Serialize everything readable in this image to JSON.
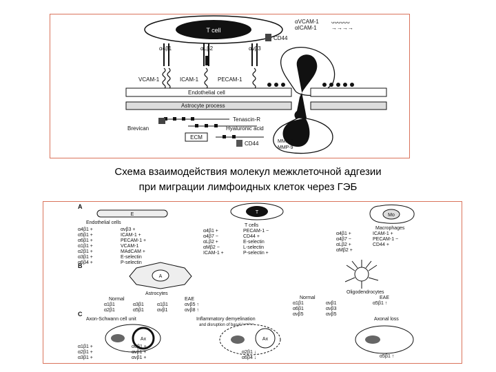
{
  "fig1": {
    "tcell_label": "T cell",
    "legend_vcam": "αVCAM-1",
    "legend_icam": "αICAM-1",
    "cd44_label": "CD44",
    "integrins": [
      "α4β1",
      "αLβ2",
      "αvβ3"
    ],
    "ligands": [
      "VCAM-1",
      "ICAM-1",
      "PECAM-1"
    ],
    "endothelial": "Endothelial cell",
    "astrocyte": "Astrocyte process",
    "tenascin": "Tenascin-R",
    "hyaluronic": "Hyaluronic acid",
    "brevican": "Brevican",
    "ecm": "ECM",
    "cd44_bottom": "CD44",
    "mmp": [
      "MMP-2",
      "MMP-9"
    ]
  },
  "caption": {
    "line1": "Схема взаимодействия молекул межклеточной адгезии",
    "line2": "при миграции лимфоидных клеток через ГЭБ"
  },
  "fig2": {
    "panel_a": "A",
    "panel_b": "B",
    "panel_c": "C",
    "endothelial_title": "Endothelial cells",
    "endothelial_list": [
      "α4β1 +",
      "α5β1 +",
      "α6β1 +",
      "α1β1 +",
      "α2β1 +",
      "α3β1 +",
      "α6β4 +"
    ],
    "endothelial_list2": [
      "αvβ3 +",
      "ICAM-1 +",
      "PECAM-1 +",
      "VCAM-1",
      "MAdCAM +",
      "E-selectin",
      "P-selectin"
    ],
    "tcell_label": "T",
    "tcell_title": "T cells",
    "tcell_list": [
      "α4β1 +",
      "α4β7 −",
      "αLβ2 +",
      "αMβ2 −",
      "ICAM-1 +"
    ],
    "tcell_list2": [
      "PECAM-1 −",
      "CD44 +",
      "E-selectin",
      "L-selectin",
      "P-selectin +"
    ],
    "macro_label": "Mo",
    "macro_title": "Macrophages",
    "macro_list": [
      "α4β1 +",
      "α4β7 −",
      "αLβ2 +",
      "αMβ2 +"
    ],
    "macro_list2": [
      "ICAM-1 +",
      "PECAM-1 −",
      "CD44 +"
    ],
    "astro_label": "A",
    "astro_title": "Astrocytes",
    "astro_normal": "Normal",
    "astro_eae": "EAE",
    "astro_normal_list": [
      "α1β1",
      "α2β1",
      "α3β1",
      "α5β1"
    ],
    "astro_eae_list": [
      "α1β1",
      "αvβ1",
      "αvβ5 ↑",
      "αvβ8 ↑"
    ],
    "oligo_title": "Oligodendrocytes",
    "oligo_normal": "Normal",
    "oligo_eae": "EAE",
    "oligo_normal_list": [
      "α1β1",
      "α6β1",
      "αvβ5"
    ],
    "oligo_eae_list": [
      "αvβ1",
      "αvβ3",
      "αvβ5"
    ],
    "oligo_eae_extra": "α5β1 ↑",
    "axon_title": "Axon-Schwann cell unit",
    "axon_label": "Ax",
    "axon_list": [
      "α1β1 +",
      "α2β1 +",
      "α3β1 +"
    ],
    "axon_list2": [
      "α6β1 +",
      "αvβ1 +",
      "αvβ1 +"
    ],
    "inflam_title": "Inflammatory demyelination",
    "inflam_sub": "and disruption of basal lamina",
    "inflam_label": "Ax",
    "inflam_list": [
      "α2β1 ↓",
      "α6β4 ↓"
    ],
    "axonal_title": "Axonal loss",
    "axonal_list": [
      "α5β1 ↑"
    ]
  }
}
